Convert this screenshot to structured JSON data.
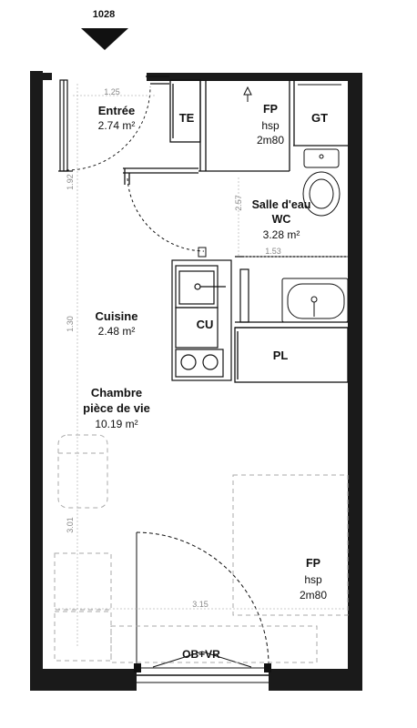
{
  "plan": {
    "unit_number": "1028",
    "rooms": {
      "entree": {
        "name": "Entrée",
        "area": "2.74 m²"
      },
      "salle_eau": {
        "name_line1": "Salle d'eau",
        "name_line2": "WC",
        "area": "3.28 m²"
      },
      "cuisine": {
        "name": "Cuisine",
        "area": "2.48 m²"
      },
      "chambre": {
        "name_line1": "Chambre",
        "name_line2": "pièce de vie",
        "area": "10.19 m²"
      }
    },
    "fixtures": {
      "te": "TE",
      "gt": "GT",
      "cu": "CU",
      "pl": "PL",
      "window": "OB+VR"
    },
    "fp_top": {
      "line1": "FP",
      "line2": "hsp",
      "line3": "2m80"
    },
    "fp_bottom": {
      "line1": "FP",
      "line2": "hsp",
      "line3": "2m80"
    },
    "dimensions": {
      "entry_width": "1.25",
      "entry_depth": "1.92",
      "bath_height": "2.57",
      "bath_width": "1.53",
      "kitchen_depth": "1.30",
      "room_depth": "3.01",
      "room_width": "3.15"
    }
  }
}
